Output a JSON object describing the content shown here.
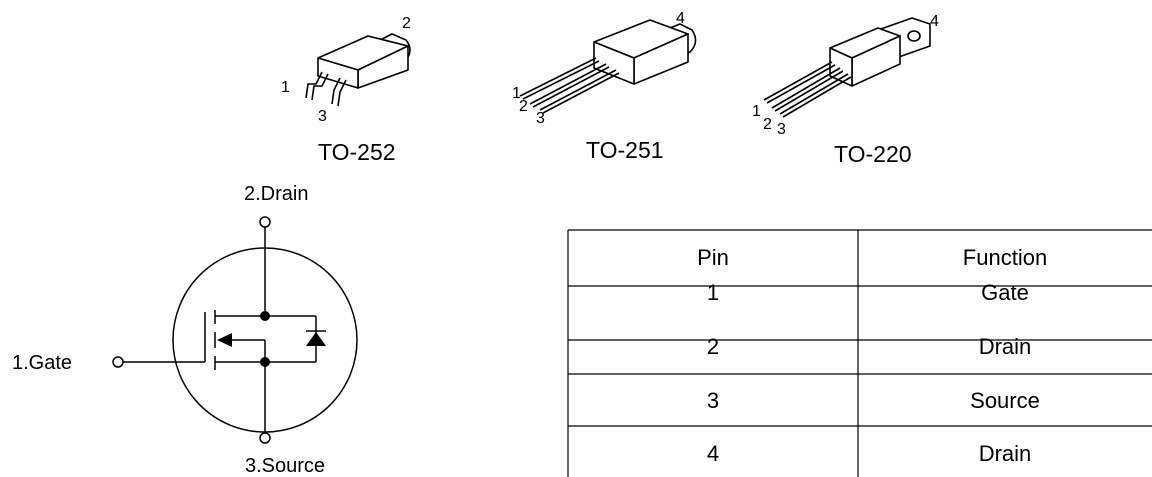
{
  "packages": [
    {
      "name": "TO-252",
      "pin_labels": [
        "1",
        "2",
        "3"
      ]
    },
    {
      "name": "TO-251",
      "pin_labels": [
        "1",
        "2",
        "3",
        "4"
      ]
    },
    {
      "name": "TO-220",
      "pin_labels": [
        "1",
        "2",
        "3",
        "4"
      ]
    }
  ],
  "schematic": {
    "drain_label": "2.Drain",
    "gate_label": "1.Gate",
    "source_label": "3.Source"
  },
  "pin_table": {
    "headers": [
      "Pin",
      "Function"
    ],
    "rows": [
      [
        "1",
        "Gate"
      ],
      [
        "2",
        "Drain"
      ],
      [
        "3",
        "Source"
      ],
      [
        "4",
        "Drain"
      ]
    ]
  }
}
